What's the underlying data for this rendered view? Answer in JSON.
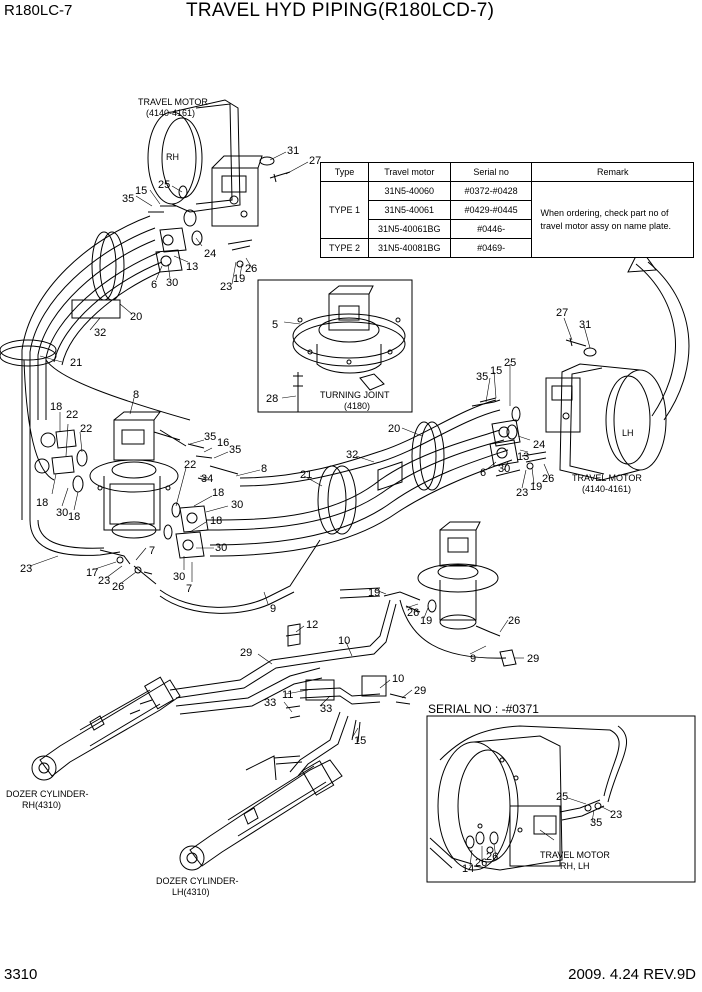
{
  "header": {
    "model": "R180LC-7",
    "title": "TRAVEL HYD PIPING(R180LCD-7)"
  },
  "footer": {
    "page": "3310",
    "date_rev": "2009. 4.24  REV.9D"
  },
  "table": {
    "headers": [
      "Type",
      "Travel motor",
      "Serial no",
      "Remark"
    ],
    "rows": [
      {
        "type": "TYPE 1",
        "motor": "31N5-40060",
        "serial": "#0372-#0428"
      },
      {
        "motor": "31N5-40061",
        "serial": "#0429-#0445"
      },
      {
        "motor": "31N5-40061BG",
        "serial": "#0446-"
      },
      {
        "type": "TYPE 2",
        "motor": "31N5-40081BG",
        "serial": "#0469-"
      }
    ],
    "remark_line1": "When ordering, check part no of",
    "remark_line2": "travel motor assy on name plate."
  },
  "captions": {
    "travel_motor_top_1": "TRAVEL MOTOR",
    "travel_motor_top_2": "(4140-4161)",
    "rh_mark": "RH",
    "turning_joint_1": "TURNING JOINT",
    "turning_joint_2": "(4180)",
    "travel_motor_right_1": "TRAVEL MOTOR",
    "travel_motor_right_2": "(4140-4161)",
    "lh_mark": "LH",
    "dozer_rh_1": "DOZER CYLINDER-",
    "dozer_rh_2": "RH(4310)",
    "dozer_lh_1": "DOZER CYLINDER-",
    "dozer_lh_2": "LH(4310)",
    "serial_no": "SERIAL NO : -#0371",
    "inset_motor_1": "TRAVEL MOTOR",
    "inset_motor_2": "RH, LH"
  },
  "callouts": [
    "31",
    "27",
    "35",
    "15",
    "25",
    "24",
    "13",
    "6",
    "30",
    "23",
    "19",
    "26",
    "32",
    "20",
    "21",
    "5",
    "28",
    "27",
    "31",
    "35",
    "15",
    "25",
    "24",
    "13",
    "6",
    "30",
    "23",
    "19",
    "26",
    "20",
    "32",
    "21",
    "8",
    "35",
    "16",
    "35",
    "34",
    "8",
    "30",
    "18",
    "22",
    "30",
    "18",
    "22",
    "22",
    "18",
    "30",
    "18",
    "30",
    "7",
    "23",
    "17",
    "23",
    "26",
    "7",
    "9",
    "19",
    "26",
    "19",
    "26",
    "9",
    "29",
    "12",
    "10",
    "29",
    "11",
    "33",
    "33",
    "29",
    "10",
    "15",
    "25",
    "35",
    "23",
    "14",
    "26"
  ],
  "colors": {
    "line": "#000000",
    "background": "#ffffff"
  }
}
